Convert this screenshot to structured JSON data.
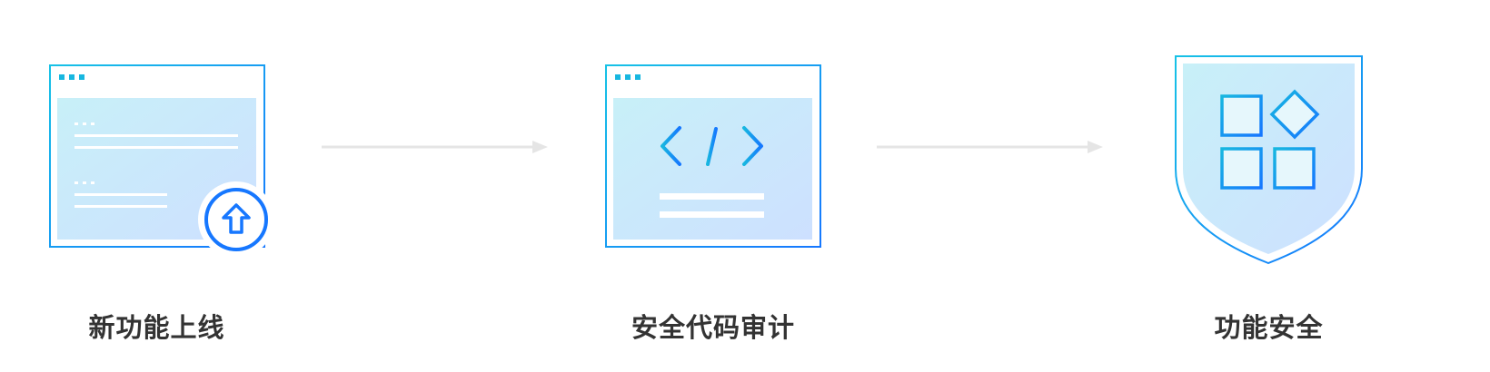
{
  "flow": {
    "steps": [
      {
        "label": "新功能上线",
        "icon": "browser-window-upload-icon"
      },
      {
        "label": "安全代码审计",
        "icon": "browser-window-code-icon"
      },
      {
        "label": "功能安全",
        "icon": "shield-apps-icon"
      }
    ],
    "connectors": [
      {
        "icon": "arrow-right-icon"
      },
      {
        "icon": "arrow-right-icon"
      }
    ]
  },
  "colors": {
    "accent": "#1677ff",
    "accent_light": "#17b7e0",
    "frame_gradient_start": "#c9f0f7",
    "frame_gradient_end": "#cfe0ff",
    "label_text": "#333333",
    "arrow": "#e5e5e5"
  }
}
